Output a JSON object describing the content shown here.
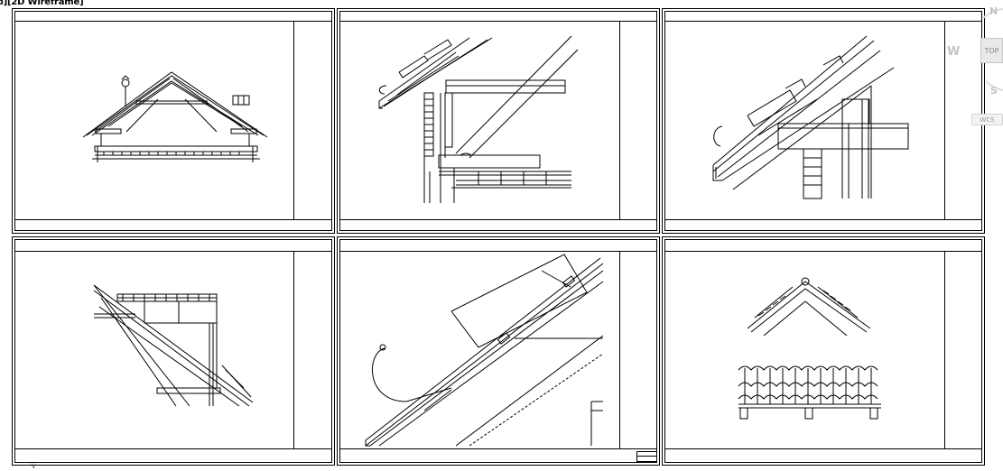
{
  "viewport": {
    "label": "op][2D Wireframe]"
  },
  "viewcube": {
    "north": "N",
    "west": "W",
    "south": "S",
    "top_face": "TOP",
    "coordinate_system": "WCS"
  },
  "sheets": [
    {
      "id": "sheet-1",
      "content": "roof-section-overview"
    },
    {
      "id": "sheet-2",
      "content": "eave-wall-junction-detail"
    },
    {
      "id": "sheet-3",
      "content": "eave-gutter-rafter-detail"
    },
    {
      "id": "sheet-4",
      "content": "overhang-bracket-detail"
    },
    {
      "id": "sheet-5",
      "content": "gutter-enlarged-detail"
    },
    {
      "id": "sheet-6",
      "content": "ridge-and-tile-detail"
    }
  ],
  "colors": {
    "background": "#ffffff",
    "linework": "#000000",
    "viewcube_gray": "#c4c4c4"
  }
}
